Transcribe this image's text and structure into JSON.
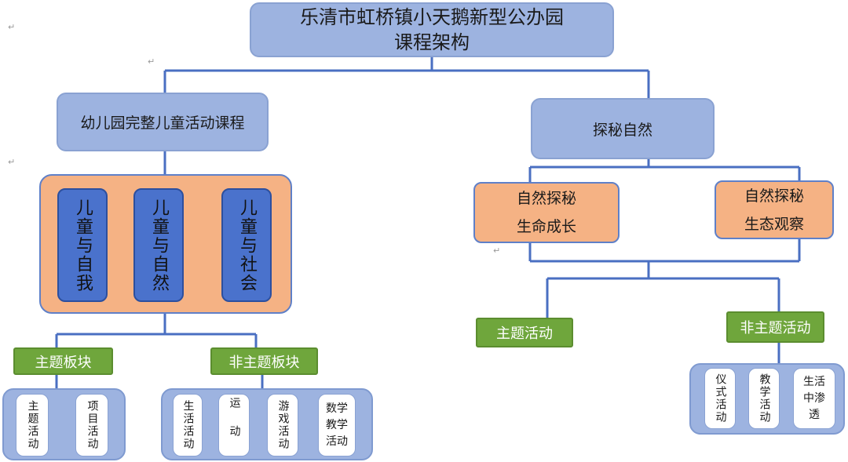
{
  "title": {
    "line1": "乐清市虹桥镇小天鹅新型公办园",
    "line2": "课程架构"
  },
  "left": {
    "title": "幼儿园完整儿童活动课程",
    "domains": [
      "儿童与自我",
      "儿童与自然",
      "儿童与社会"
    ],
    "theme": {
      "label": "主题板块",
      "cards": [
        "主题活动",
        "项目活动"
      ]
    },
    "nontheme": {
      "label": "非主题板块",
      "cards": [
        "生活活动",
        "运动",
        "游戏活动",
        "数学教学活动"
      ]
    }
  },
  "right": {
    "title": "探秘自然",
    "sub1": {
      "line1": "自然探秘",
      "line2": "生命成长"
    },
    "sub2": {
      "line1": "自然探秘",
      "line2": "生态观察"
    },
    "theme": {
      "label": "主题活动"
    },
    "nontheme": {
      "label": "非主题活动",
      "cards": [
        "仪式活动",
        "教学活动",
        "生活中渗透"
      ]
    }
  },
  "marks": {
    "para": "↵"
  },
  "colors": {
    "line": "#4a6fc2",
    "blue_box": "#9db3e0",
    "orange_box": "#f5b284",
    "green_box": "#6fa63c",
    "domain_box": "#4a72cc"
  }
}
